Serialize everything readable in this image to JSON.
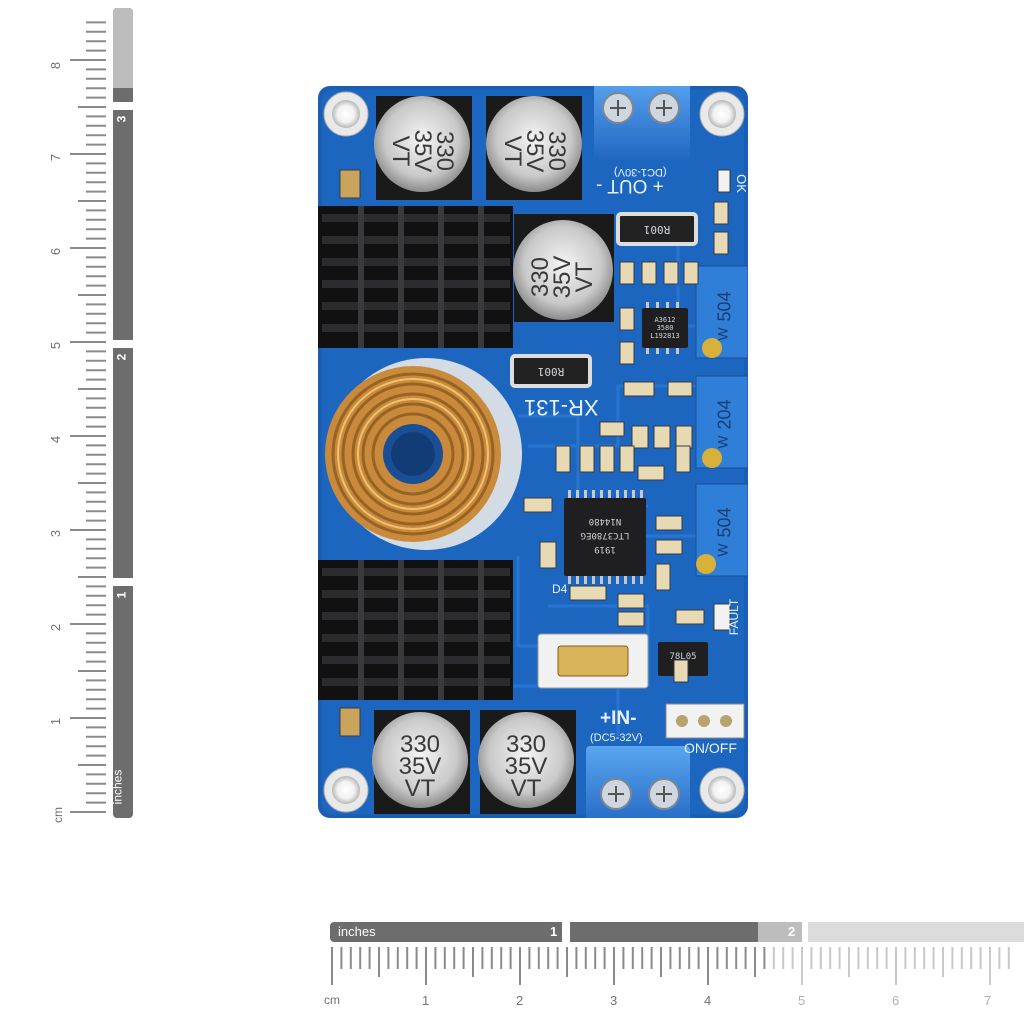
{
  "ruler_vertical": {
    "unit_label": "cm",
    "inch_label": "inches",
    "cm_numbers": [
      "1",
      "2",
      "3",
      "4",
      "5",
      "6",
      "7",
      "8"
    ],
    "inch_numbers": [
      "1",
      "2",
      "3"
    ]
  },
  "ruler_horizontal": {
    "unit_label": "cm",
    "inch_label": "inches",
    "cm_numbers": [
      "1",
      "2",
      "3",
      "4",
      "5",
      "6",
      "7"
    ],
    "inch_numbers": [
      "1",
      "2"
    ]
  },
  "board": {
    "model": "XR-131",
    "output_label": "+ OUT -",
    "output_range": "(DC1-30V)",
    "input_label": "+IN-",
    "input_range": "(DC5-32V)",
    "switch_label": "ON/OFF",
    "ok_label": "OK",
    "fault_label": "FAULT",
    "diode_label": "D4",
    "capacitor_text": [
      "330",
      "35V",
      "VT"
    ],
    "resistor_label": "R001",
    "pot_labels": [
      "504",
      "204",
      "504"
    ],
    "pot_letter": "W",
    "controller_chip": [
      "LTC3780EG",
      "1919",
      "N14480"
    ],
    "small_chip": [
      "A3612",
      "3580",
      "L192813"
    ],
    "regulator_label": "78L05"
  },
  "colors": {
    "pcb": "#1a5fb4",
    "heatsink": "#1b1b1d",
    "terminal": "#2f7fd8",
    "copper": "#c98a3c"
  }
}
